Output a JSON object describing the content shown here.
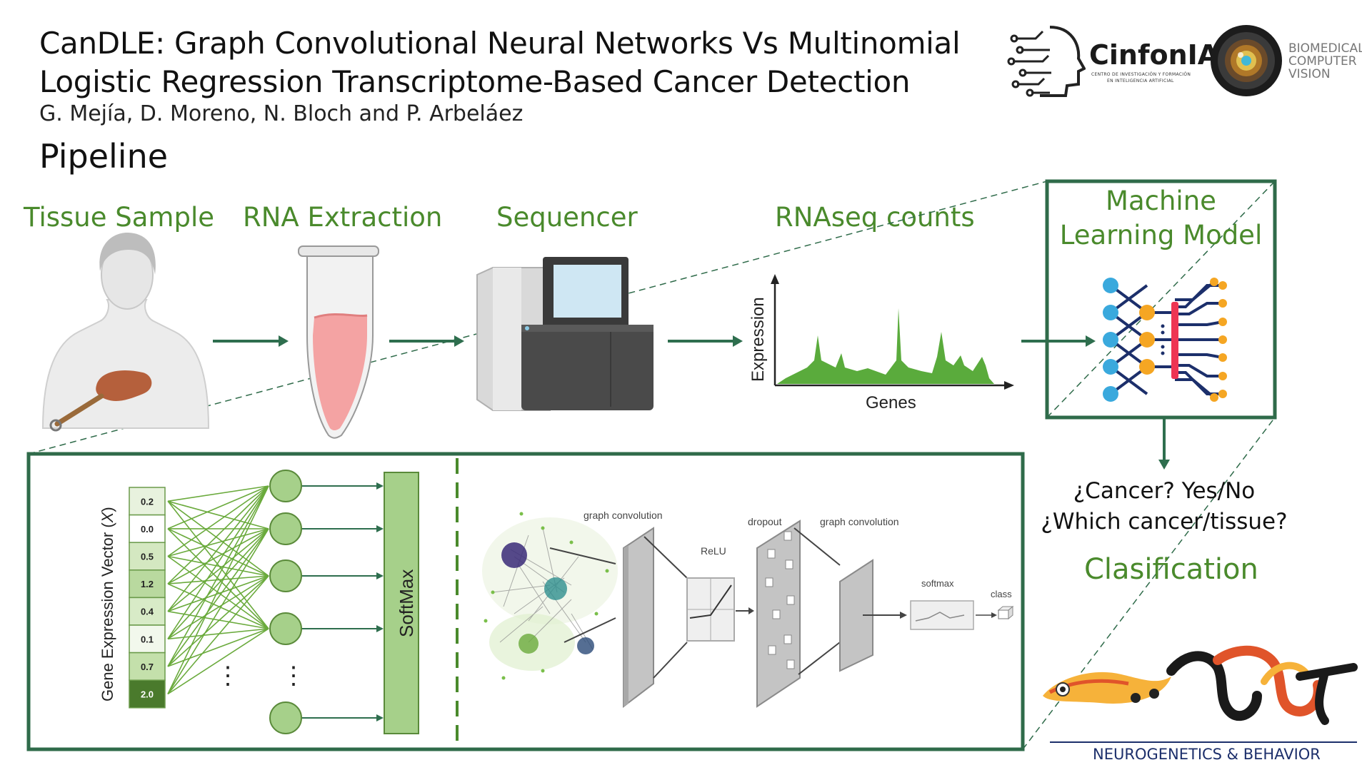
{
  "header": {
    "title_line1": "CanDLE: Graph Convolutional Neural Networks Vs Multinomial",
    "title_line2": "Logistic Regression Transcriptome-Based Cancer Detection",
    "authors": "G. Mejía, D. Moreno, N. Bloch and P. Arbeláez",
    "section": "Pipeline"
  },
  "logos": {
    "cinfonia": "CinfonIA",
    "cinfonia_sub1": "CENTRO DE INVESTIGACIÓN Y FORMACIÓN",
    "cinfonia_sub2": "EN INTELIGENCIA ARTIFICIAL",
    "bcv_line1": "BIOMEDICAL",
    "bcv_line2": "COMPUTER",
    "bcv_line3": "VISION",
    "neuro": "NEUROGENETICS & BEHAVIOR"
  },
  "pipeline": {
    "steps": [
      "Tissue Sample",
      "RNA Extraction",
      "Sequencer",
      "RNAseq counts"
    ],
    "ml_line1": "Machine",
    "ml_line2": "Learning Model",
    "plot_ylabel": "Expression",
    "plot_xlabel": "Genes"
  },
  "outputs": {
    "q1": "¿Cancer? Yes/No",
    "q2": "¿Which cancer/tissue?",
    "classification": "Clasification"
  },
  "logreg": {
    "vector_label": "Gene Expression Vector (",
    "vector_symbol": "X",
    "vector_close": ")",
    "values": [
      "0.2",
      "0.0",
      "0.5",
      "1.2",
      "0.4",
      "0.1",
      "0.7",
      "2.0"
    ],
    "ellipsis": "⋮",
    "softmax": "SoftMax"
  },
  "gcn": {
    "labels": {
      "graph_conv1": "graph convolution",
      "relu": "ReLU",
      "dropout": "dropout",
      "graph_conv2": "graph convolution",
      "softmax": "softmax",
      "class": "class"
    }
  },
  "colors": {
    "green_text": "#4a8a2c",
    "frame": "#2f6b4a",
    "arrow": "#2e6e4e",
    "plot_fill": "#5aab3c",
    "node_blue": "#3aa9dd",
    "node_orange": "#f5a623",
    "bar_red": "#ee3553"
  }
}
